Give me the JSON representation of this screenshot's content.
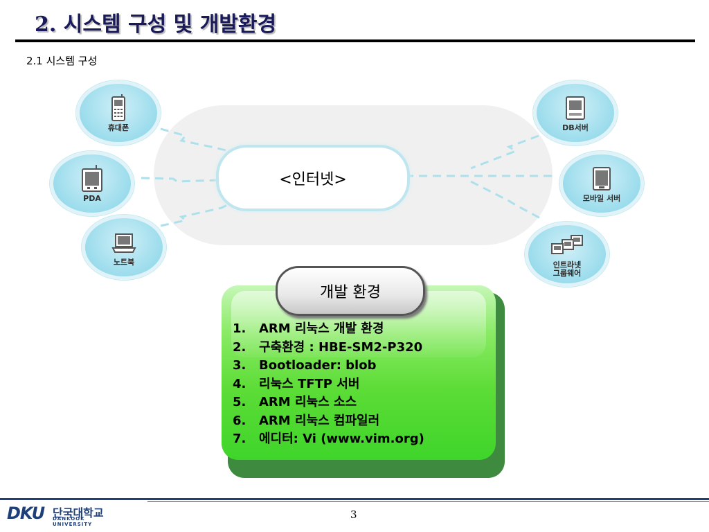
{
  "slide": {
    "title": "2. 시스템 구성 및  개발환경",
    "subtitle": "2.1 시스템 구성",
    "page_number": "3"
  },
  "diagram": {
    "center_label": "<인터넷>",
    "left_nodes": [
      {
        "label": "휴대폰",
        "icon": "mobile-phone-icon"
      },
      {
        "label": "PDA",
        "icon": "pda-icon"
      },
      {
        "label": "노트북",
        "icon": "laptop-icon"
      }
    ],
    "right_nodes": [
      {
        "label": "DB서버",
        "icon": "db-server-icon"
      },
      {
        "label": "모바일 서버",
        "icon": "mobile-server-icon"
      },
      {
        "label": "인트라넷\n그룹웨어",
        "icon": "intranet-groupware-icon"
      }
    ]
  },
  "dev_env": {
    "header": "개발 환경",
    "items": [
      {
        "num": "1.",
        "text": "ARM 리눅스 개발 환경"
      },
      {
        "num": "2.",
        "text": "구축환경 : HBE-SM2-P320"
      },
      {
        "num": "3.",
        "text": "Bootloader: blob"
      },
      {
        "num": "4.",
        "text": "리눅스 TFTP 서버"
      },
      {
        "num": "5.",
        "text": "ARM 리눅스 소스"
      },
      {
        "num": "6.",
        "text": "ARM 리눅스 컴파일러"
      },
      {
        "num": "7.",
        "text": "에디터: Vi (www.vim.org)"
      }
    ]
  },
  "footer": {
    "logo_mark": "DKU",
    "logo_korean": "단국대학교",
    "logo_english": "DANKOOK UNIVERSITY"
  },
  "colors": {
    "title_text": "#1a1a5a",
    "node_fill": "#9bdcec",
    "dev_box_green": "#5cdc36",
    "footer_navy": "#1e3f78"
  }
}
